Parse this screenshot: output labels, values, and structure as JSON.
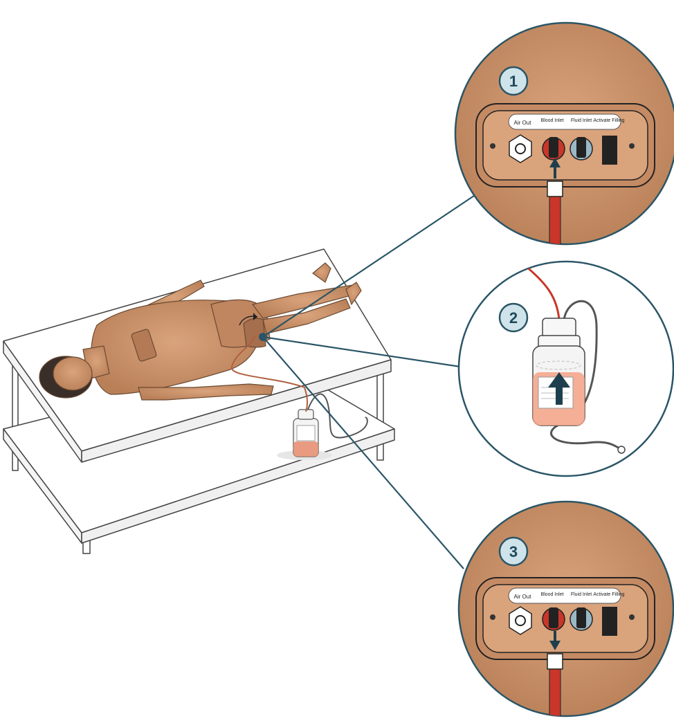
{
  "colors": {
    "skin": "#c8926a",
    "skin_dark": "#a9714d",
    "leader_line": "#2a5566",
    "step_badge_fill": "#cfe3ea",
    "step_badge_stroke": "#2a5566",
    "blood": "#c8372a",
    "blood_tube": "#d9513a",
    "fluid_connector": "#9ab8c6",
    "table": "#ffffff",
    "table_outline": "#444444"
  },
  "steps": [
    {
      "number": "1",
      "panel_labels": {
        "air_out": "Air Out",
        "blood_inlet": "Blood Inlet",
        "fluid_inlet": "Fluid Inlet",
        "activate_filling": "Activate Filling"
      },
      "arrow": "up-arrow-icon"
    },
    {
      "number": "2",
      "arrow": "up-arrow-icon"
    },
    {
      "number": "3",
      "panel_labels": {
        "air_out": "Air Out",
        "blood_inlet": "Blood Inlet",
        "fluid_inlet": "Fluid Inlet",
        "activate_filling": "Activate Filling"
      },
      "arrow": "down-arrow-icon"
    }
  ]
}
